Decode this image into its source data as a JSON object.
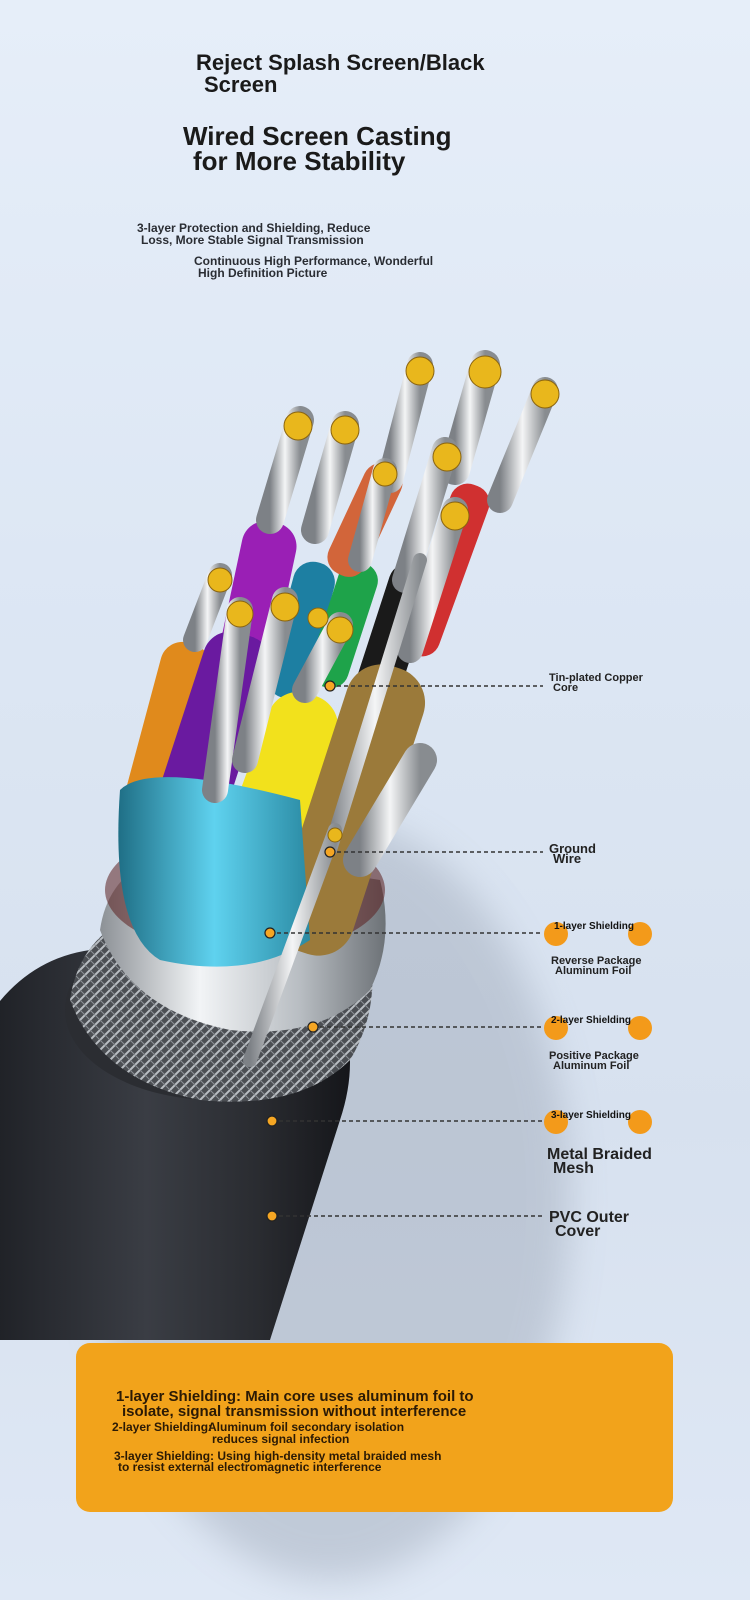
{
  "heading": {
    "line1a": "Reject Splash Screen/Black",
    "line1b": "Screen",
    "line2a": "Wired Screen Casting",
    "line2b": "for More Stability"
  },
  "subheading": {
    "s1a": "3-layer Protection and Shielding, Reduce",
    "s1b": "Loss, More Stable Signal Transmission",
    "s2a": "Continuous High Performance, Wonderful",
    "s2b": "High Definition Picture"
  },
  "labels": {
    "copper_a": "Tin-plated Copper",
    "copper_b": "Core",
    "ground_a": "Ground",
    "ground_b": "Wire",
    "shield1_badge": "1-layer Shielding",
    "shield1_a": "Reverse Package",
    "shield1_b": "Aluminum Foil",
    "shield2_badge": "2-layer Shielding",
    "shield2_a": "Positive Package",
    "shield2_b": "Aluminum Foil",
    "shield3_badge": "3-layer Shielding",
    "mesh_a": "Metal Braided",
    "mesh_b": "Mesh",
    "pvc_a": "PVC Outer",
    "pvc_b": "Cover"
  },
  "callout": {
    "t1a": "1-layer Shielding: Main core uses aluminum foil to",
    "t1b": "isolate, signal transmission without interference",
    "t2": "2-layer Shielding:",
    "t2a": "Aluminum foil secondary isolation",
    "t2b": "reduces signal infection",
    "t3a": "3-layer Shielding: Using high-density metal braided mesh",
    "t3b": "to resist external electromagnetic interference"
  },
  "colors": {
    "accent": "#f2a31b",
    "dot": "#f5a623",
    "background": "#e2eaf6"
  }
}
